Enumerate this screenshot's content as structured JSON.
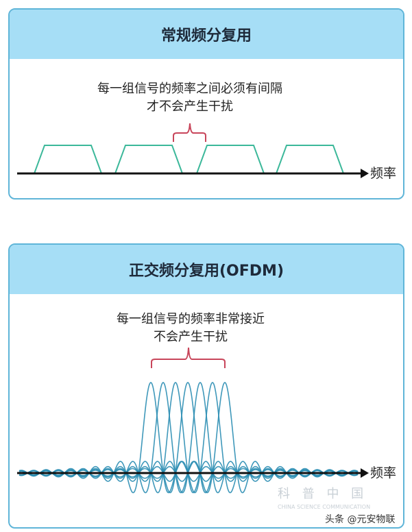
{
  "panel1": {
    "title": "常规频分复用",
    "caption_line1": "每一组信号的频率之间必须有间隔",
    "caption_line2": "才不会产生干扰",
    "axis_label": "频率",
    "channel_count": 4
  },
  "panel2": {
    "title": "正交频分复用(OFDM)",
    "caption_line1": "每一组信号的频率非常接近",
    "caption_line2": "不会产生干扰",
    "axis_label": "频率",
    "subcarrier_count": 7
  },
  "watermark": {
    "logo_text": "科 普 中 国",
    "logo_subtext": "CHINA SCIENCE COMMUNICATION",
    "credit": "头条 @元安物联"
  },
  "colors": {
    "header": "#a6def6",
    "border": "#5fb5d8",
    "trapezoid": "#3cb89a",
    "sinc": "#2a8db2",
    "bracket": "#c8455a",
    "axis": "#111111"
  }
}
